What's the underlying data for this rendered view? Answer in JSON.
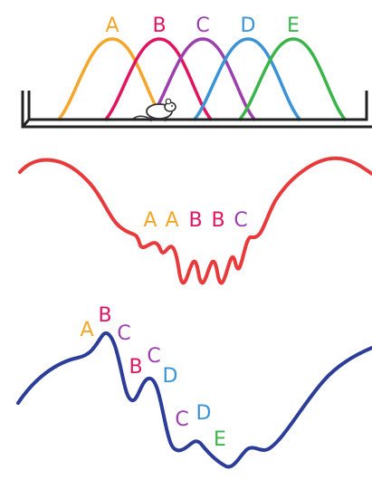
{
  "colors": {
    "A": "#f4a62a",
    "B": "#e0145f",
    "C": "#9b3fae",
    "D": "#3a93d6",
    "E": "#3bb44a",
    "red_trace": "#e8393b",
    "blue_trace": "#2b3d98",
    "track": "#222222"
  },
  "place_fields": {
    "labels": [
      "A",
      "B",
      "C",
      "D",
      "E"
    ]
  },
  "sequence_red": {
    "labels": [
      "A",
      "A",
      "B",
      "B",
      "C"
    ]
  },
  "sequence_blue": {
    "labels": [
      "A",
      "B",
      "C",
      "B",
      "C",
      "D",
      "C",
      "D",
      "E"
    ]
  }
}
